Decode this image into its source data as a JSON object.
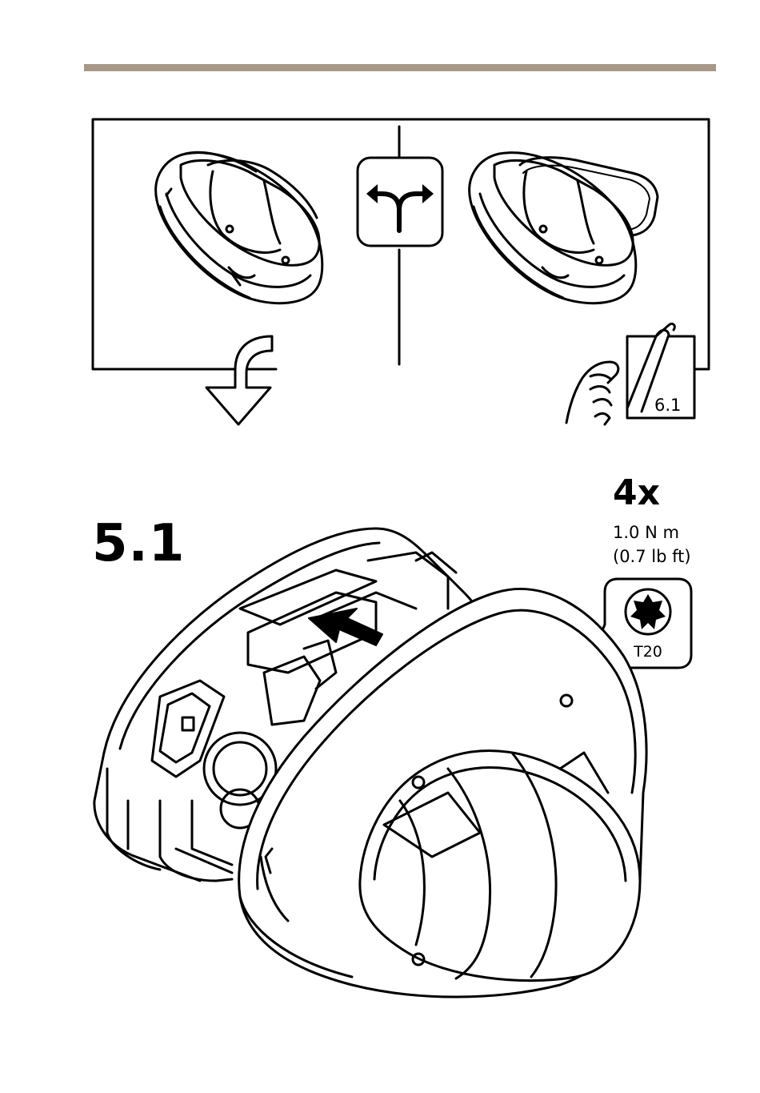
{
  "step": {
    "number": "5.1"
  },
  "quantity": "4x",
  "torque": {
    "metric": "1.0 N m",
    "imperial": "(0.7 lb ft)"
  },
  "tool": {
    "name": "T20",
    "icon": "torx-bit-icon"
  },
  "reference": {
    "label": "6.1"
  },
  "colors": {
    "rule": "#a89888",
    "line": "#000000"
  },
  "icons": [
    "decision-fork-icon",
    "down-arrow-icon",
    "page-turn-hand-icon",
    "torx-bit-icon",
    "push-arrow-icon"
  ]
}
